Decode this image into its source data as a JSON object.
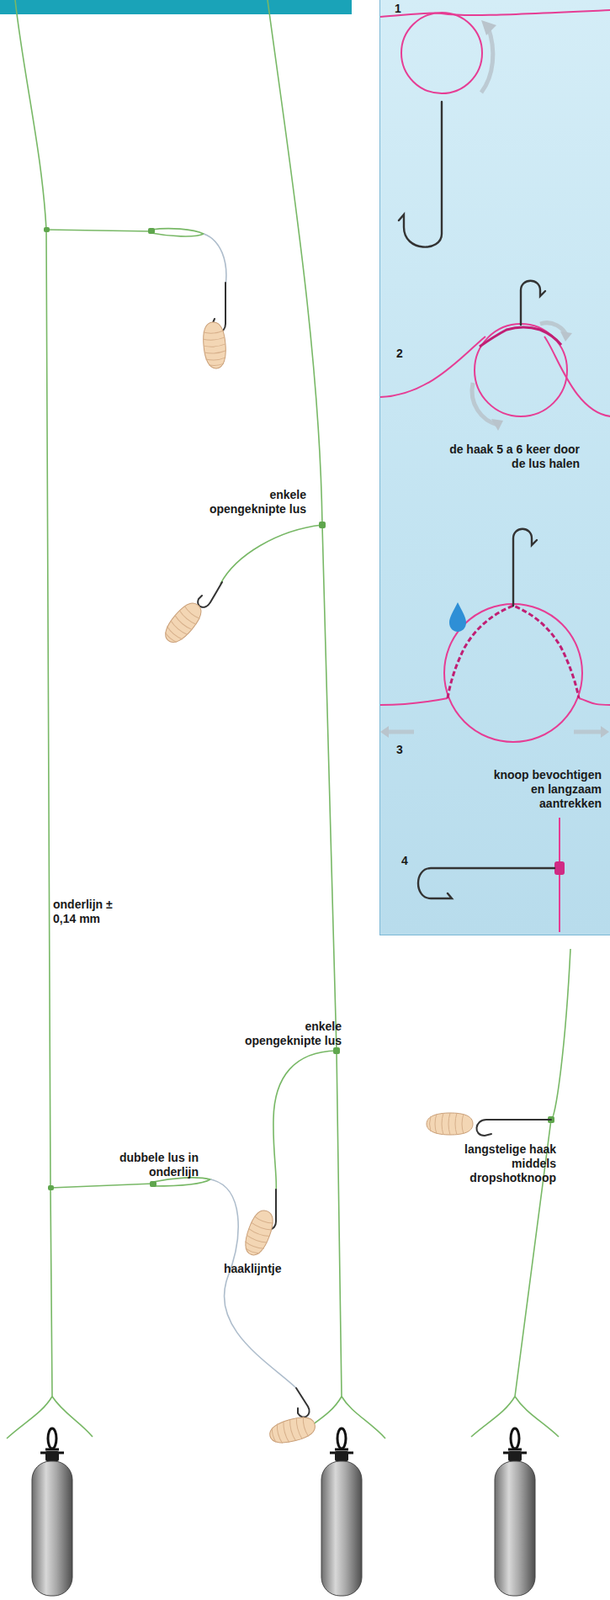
{
  "diagram": {
    "nodes": [
      {
        "text": [
          "1",
          "2",
          "de haak 5 a 6 keer door de lus halen",
          "3",
          "knoop bevochtigen en langzaam aantrekken",
          "4"
        ]
      }
    ],
    "labels": [
      "enkele opengeknipte lus",
      "onderlijn ± 0,14 mm",
      "enkele opengeknipte lus",
      "dubbele lus in onderlijn",
      "langstelige haak middels dropshotknoop",
      "haaklijntje"
    ]
  }
}
